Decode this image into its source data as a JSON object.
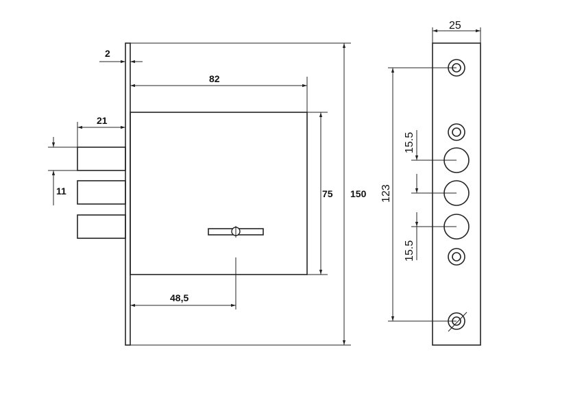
{
  "dimensions": {
    "plate_thickness": "2",
    "body_width": "82",
    "bolt_length": "21",
    "bolt_height": "11",
    "body_height": "75",
    "plate_height": "150",
    "key_offset": "48,5",
    "faceplate_width": "25",
    "screw_spacing": "123",
    "bolt_pitch_top": "15.5",
    "bolt_pitch_bottom": "15.5"
  },
  "colors": {
    "line": "#222222",
    "background": "#ffffff"
  }
}
